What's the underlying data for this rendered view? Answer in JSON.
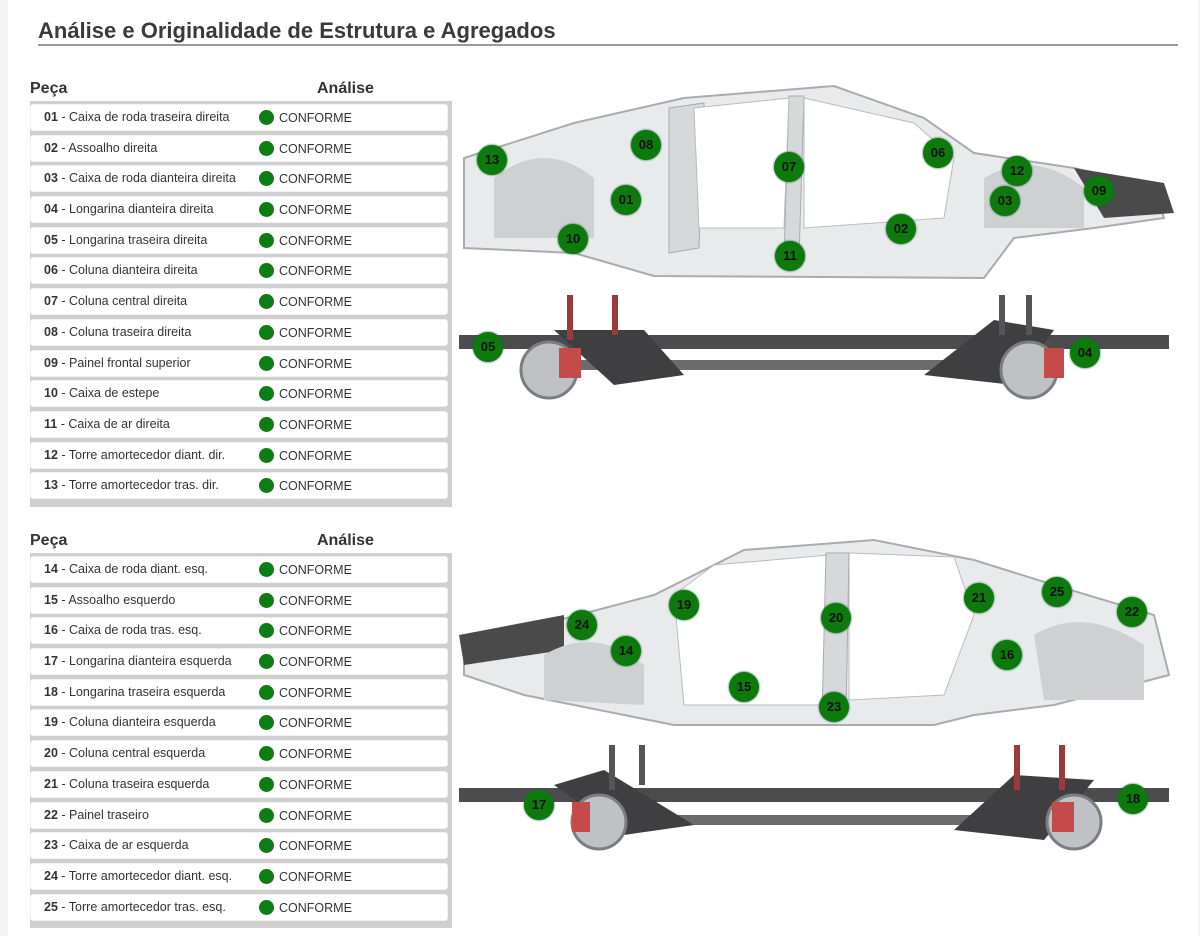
{
  "title": "Análise e Originalidade de Estrutura e Agregados",
  "headers": {
    "part": "Peça",
    "analysis": "Análise"
  },
  "table1": [
    {
      "num": "01",
      "name": "Caixa de roda traseira direita",
      "status": "CONFORME"
    },
    {
      "num": "02",
      "name": "Assoalho direita",
      "status": "CONFORME"
    },
    {
      "num": "03",
      "name": "Caixa de roda dianteira direita",
      "status": "CONFORME"
    },
    {
      "num": "04",
      "name": "Longarina dianteira direita",
      "status": "CONFORME"
    },
    {
      "num": "05",
      "name": "Longarina traseira direita",
      "status": "CONFORME"
    },
    {
      "num": "06",
      "name": "Coluna dianteira direita",
      "status": "CONFORME"
    },
    {
      "num": "07",
      "name": "Coluna central direita",
      "status": "CONFORME"
    },
    {
      "num": "08",
      "name": "Coluna traseira direita",
      "status": "CONFORME"
    },
    {
      "num": "09",
      "name": "Painel frontal superior",
      "status": "CONFORME"
    },
    {
      "num": "10",
      "name": "Caixa de estepe",
      "status": "CONFORME"
    },
    {
      "num": "11",
      "name": "Caixa de ar direita",
      "status": "CONFORME"
    },
    {
      "num": "12",
      "name": "Torre amortecedor diant. dir.",
      "status": "CONFORME"
    },
    {
      "num": "13",
      "name": "Torre amortecedor tras. dir.",
      "status": "CONFORME"
    }
  ],
  "table2": [
    {
      "num": "14",
      "name": "Caixa de roda diant. esq.",
      "status": "CONFORME"
    },
    {
      "num": "15",
      "name": "Assoalho esquerdo",
      "status": "CONFORME"
    },
    {
      "num": "16",
      "name": "Caixa de roda tras. esq.",
      "status": "CONFORME"
    },
    {
      "num": "17",
      "name": "Longarina dianteira esquerda",
      "status": "CONFORME"
    },
    {
      "num": "18",
      "name": "Longarina traseira esquerda",
      "status": "CONFORME"
    },
    {
      "num": "19",
      "name": "Coluna dianteira esquerda",
      "status": "CONFORME"
    },
    {
      "num": "20",
      "name": "Coluna central esquerda",
      "status": "CONFORME"
    },
    {
      "num": "21",
      "name": "Coluna traseira esquerda",
      "status": "CONFORME"
    },
    {
      "num": "22",
      "name": "Painel traseiro",
      "status": "CONFORME"
    },
    {
      "num": "23",
      "name": "Caixa de ar esquerda",
      "status": "CONFORME"
    },
    {
      "num": "24",
      "name": "Torre amortecedor diant. esq.",
      "status": "CONFORME"
    },
    {
      "num": "25",
      "name": "Torre amortecedor tras. esq.",
      "status": "CONFORME"
    }
  ],
  "status_color": "#0d7d14",
  "markers_right": [
    "13",
    "08",
    "07",
    "06",
    "12",
    "09",
    "01",
    "03",
    "10",
    "02",
    "11",
    "05",
    "04"
  ],
  "markers_left": [
    "19",
    "20",
    "21",
    "25",
    "24",
    "22",
    "14",
    "16",
    "15",
    "23",
    "17",
    "18"
  ]
}
